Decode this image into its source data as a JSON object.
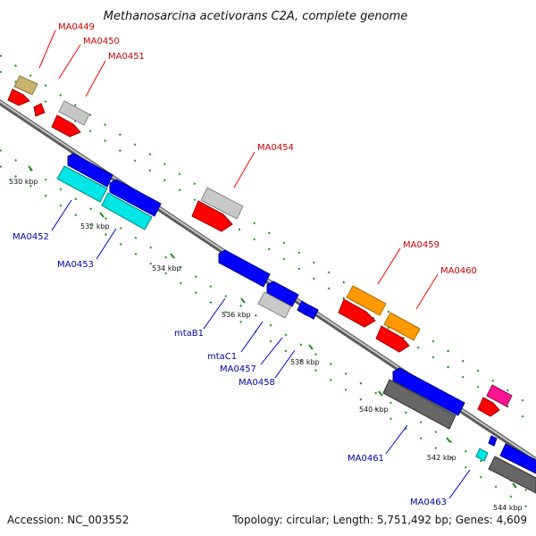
{
  "title": "Methanosarcina acetivorans C2A, complete genome",
  "footer": {
    "accession": "Accession: NC_003552",
    "summary": "Topology: circular; Length: 5,751,492 bp; Genes: 4,609"
  },
  "ticks": [
    "530 kbp",
    "532 kbp",
    "534 kbp",
    "536 kbp",
    "538 kbp",
    "540 kbp",
    "542 kbp",
    "544 kbp"
  ],
  "genes": [
    {
      "id": "MA0449",
      "strand": "forward",
      "color": "#ff0000"
    },
    {
      "id": "MA0450",
      "strand": "forward",
      "color": "#ff0000"
    },
    {
      "id": "MA0451",
      "strand": "forward",
      "color": "#ff0000"
    },
    {
      "id": "MA0454",
      "strand": "forward",
      "color": "#ff0000"
    },
    {
      "id": "MA0459",
      "strand": "forward",
      "color": "#ff0000"
    },
    {
      "id": "MA0460",
      "strand": "forward",
      "color": "#ff0000"
    },
    {
      "id": "MA0452",
      "strand": "reverse",
      "color": "#0000cc"
    },
    {
      "id": "MA0453",
      "strand": "reverse",
      "color": "#0000cc"
    },
    {
      "id": "mtaB1",
      "strand": "reverse",
      "color": "#0000cc"
    },
    {
      "id": "mtaC1",
      "strand": "reverse",
      "color": "#0000cc"
    },
    {
      "id": "MA0457",
      "strand": "reverse",
      "color": "#0000cc"
    },
    {
      "id": "MA0458",
      "strand": "reverse",
      "color": "#0000cc"
    },
    {
      "id": "MA0461",
      "strand": "reverse",
      "color": "#0000cc"
    },
    {
      "id": "MA0463",
      "strand": "reverse",
      "color": "#0000cc"
    }
  ],
  "colors": {
    "backbone": "#8c8c8c",
    "cds": "#ff0000",
    "cds_reverse": "#0000ff",
    "rna_like": "#00e5e5",
    "gray_feature": "#bdbdbd",
    "orange_feature": "#ff9900",
    "olive_feature": "#c8b26e",
    "pink_feature": "#ff1493",
    "tick_green": "#1a8c1a"
  }
}
